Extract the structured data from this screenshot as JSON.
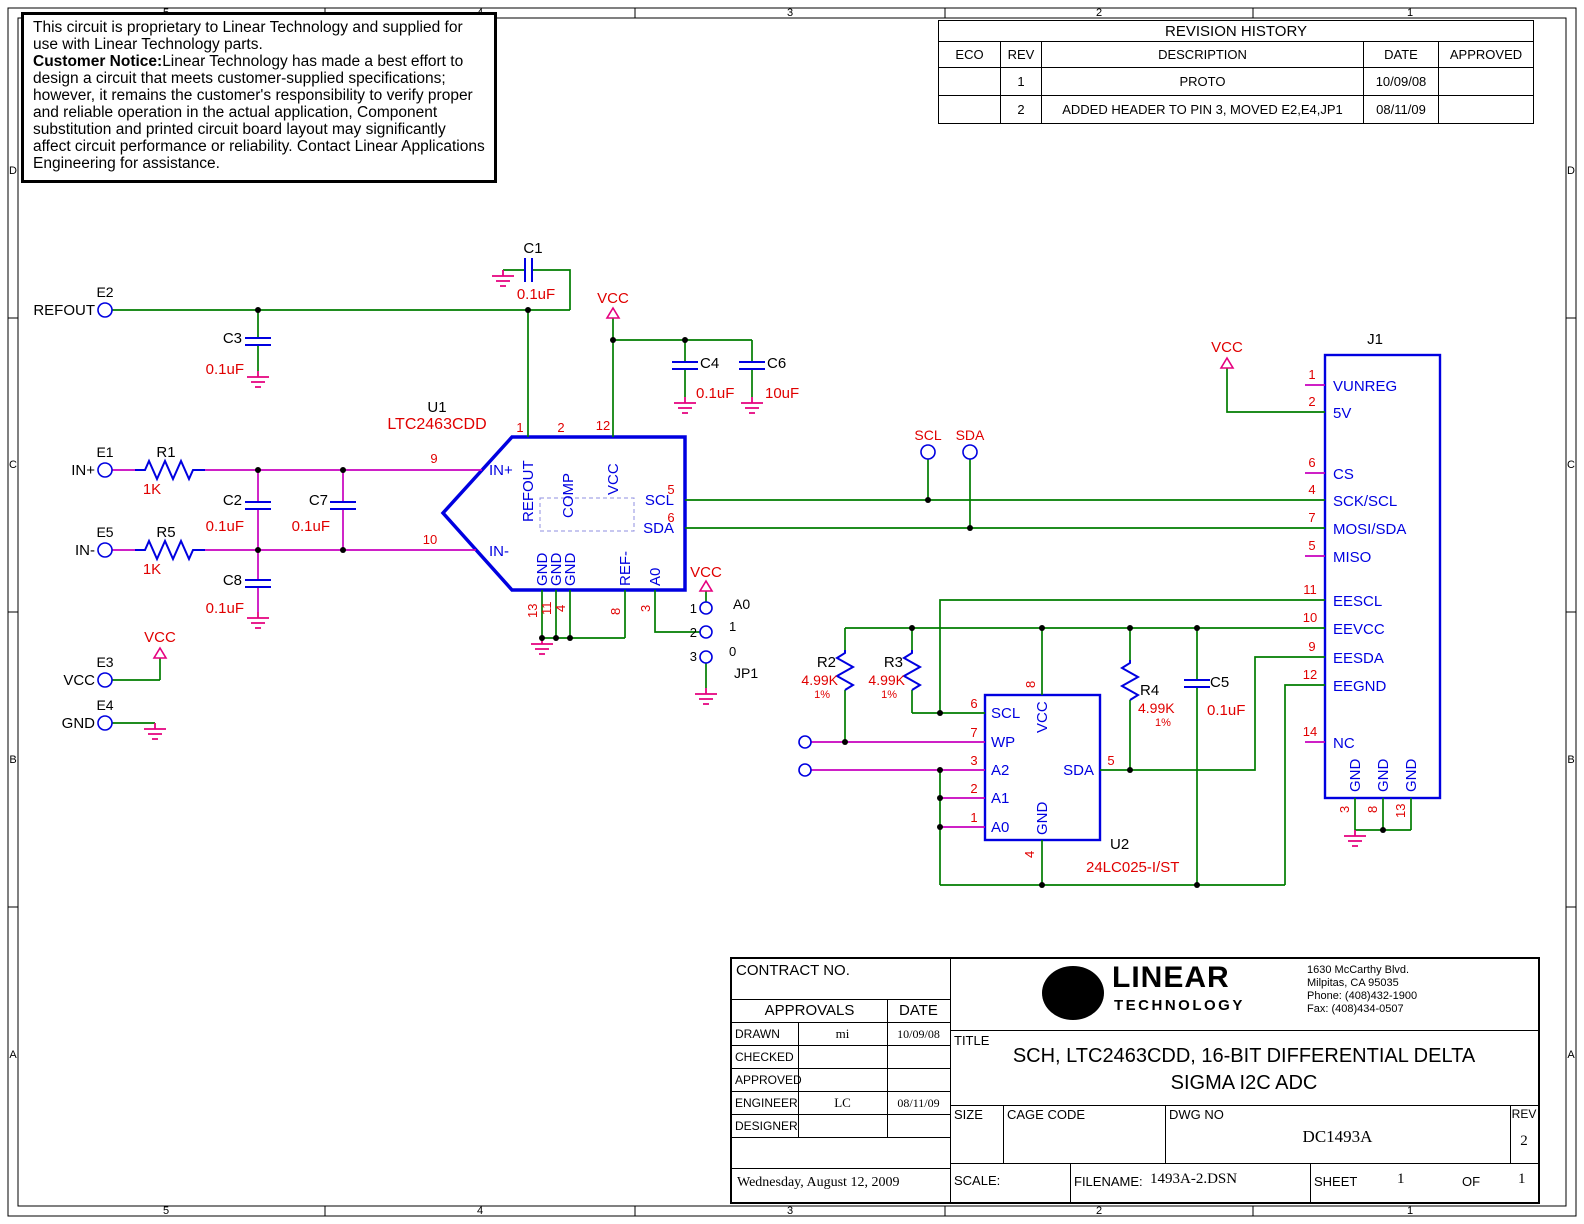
{
  "colors": {
    "wire_green": "#007d00",
    "wire_magenta": "#c800be",
    "component_blue": "#0000e0",
    "value_red": "#e00000",
    "power_symbol_pink": "#e5007f"
  },
  "border": {
    "cols": [
      "5",
      "4",
      "3",
      "2",
      "1"
    ],
    "rows": [
      "D",
      "C",
      "B",
      "A"
    ]
  },
  "notice": {
    "line1": "This circuit is proprietary to Linear Technology and supplied for use with Linear Technology parts.",
    "bold_label": "Customer Notice:",
    "line2": "Linear Technology has made a best effort to design a circuit that meets customer-supplied specifications; however, it remains the customer's responsibility to verify proper and reliable operation in the actual application, Component substitution and printed circuit board layout may significantly affect circuit performance or reliability. Contact Linear Applications Engineering for assistance."
  },
  "revision_history": {
    "title": "REVISION HISTORY",
    "headers": [
      "ECO",
      "REV",
      "DESCRIPTION",
      "DATE",
      "APPROVED"
    ],
    "rows": [
      {
        "eco": "",
        "rev": "1",
        "description": "PROTO",
        "date": "10/09/08",
        "approved": ""
      },
      {
        "eco": "",
        "rev": "2",
        "description": "ADDED HEADER TO PIN 3, MOVED E2,E4,JP1",
        "date": "08/11/09",
        "approved": ""
      }
    ]
  },
  "sch": {
    "net_vcc": "VCC",
    "tp_scl": "SCL",
    "tp_sda": "SDA",
    "terminals": {
      "E1": {
        "name": "E1",
        "label": "IN+"
      },
      "E2": {
        "name": "E2",
        "label": "REFOUT"
      },
      "E3": {
        "name": "E3",
        "label": "VCC"
      },
      "E4": {
        "name": "E4",
        "label": "GND"
      },
      "E5": {
        "name": "E5",
        "label": "IN-"
      }
    },
    "U1": {
      "ref": "U1",
      "part": "LTC2463CDD",
      "pins": {
        "in_plus": {
          "n": "9",
          "l": "IN+"
        },
        "in_minus": {
          "n": "10",
          "l": "IN-"
        },
        "refout": {
          "n": "1",
          "l": "REFOUT"
        },
        "comp": {
          "n": "2",
          "l": "COMP"
        },
        "vcc": {
          "n": "12",
          "l": "VCC"
        },
        "scl": {
          "n": "5",
          "l": "SCL"
        },
        "sda": {
          "n": "6",
          "l": "SDA"
        },
        "gnd_a": {
          "n": "13",
          "l": "GND"
        },
        "gnd_b": {
          "n": "11",
          "l": "GND"
        },
        "gnd_c": {
          "n": "4",
          "l": "GND"
        },
        "ref_minus": {
          "n": "8",
          "l": "REF-"
        },
        "a0": {
          "n": "3",
          "l": "A0"
        }
      }
    },
    "U2": {
      "ref": "U2",
      "part": "24LC025-I/ST",
      "pins": {
        "scl": {
          "n": "6",
          "l": "SCL"
        },
        "wp": {
          "n": "7",
          "l": "WP"
        },
        "a2": {
          "n": "3",
          "l": "A2"
        },
        "a1": {
          "n": "2",
          "l": "A1"
        },
        "a0": {
          "n": "1",
          "l": "A0"
        },
        "vcc": {
          "n": "8",
          "l": "VCC"
        },
        "sda": {
          "n": "5",
          "l": "SDA"
        },
        "gnd": {
          "n": "4",
          "l": "GND"
        }
      }
    },
    "J1": {
      "ref": "J1",
      "pins": {
        "vunreg": {
          "n": "1",
          "l": "VUNREG"
        },
        "v5": {
          "n": "2",
          "l": "5V"
        },
        "cs": {
          "n": "6",
          "l": "CS"
        },
        "sck_scl": {
          "n": "4",
          "l": "SCK/SCL"
        },
        "mosi_sda": {
          "n": "7",
          "l": "MOSI/SDA"
        },
        "miso": {
          "n": "5",
          "l": "MISO"
        },
        "eescl": {
          "n": "11",
          "l": "EESCL"
        },
        "eevcc": {
          "n": "10",
          "l": "EEVCC"
        },
        "eesda": {
          "n": "9",
          "l": "EESDA"
        },
        "eegnd": {
          "n": "12",
          "l": "EEGND"
        },
        "nc": {
          "n": "14",
          "l": "NC"
        },
        "gnd_a": {
          "n": "3",
          "l": "GND"
        },
        "gnd_b": {
          "n": "8",
          "l": "GND"
        },
        "gnd_c": {
          "n": "13",
          "l": "GND"
        }
      }
    },
    "JP1": {
      "ref": "JP1",
      "pin1": "1",
      "pin2": "2",
      "pin3": "3",
      "net": "A0",
      "pos_hi": "1",
      "pos_lo": "0"
    },
    "R1": {
      "ref": "R1",
      "value": "1K"
    },
    "R5": {
      "ref": "R5",
      "value": "1K"
    },
    "R2": {
      "ref": "R2",
      "value": "4.99K",
      "tol": "1%"
    },
    "R3": {
      "ref": "R3",
      "value": "4.99K",
      "tol": "1%"
    },
    "R4": {
      "ref": "R4",
      "value": "4.99K",
      "tol": "1%"
    },
    "C1": {
      "ref": "C1",
      "value": "0.1uF"
    },
    "C2": {
      "ref": "C2",
      "value": "0.1uF"
    },
    "C3": {
      "ref": "C3",
      "value": "0.1uF"
    },
    "C4": {
      "ref": "C4",
      "value": "0.1uF"
    },
    "C5": {
      "ref": "C5",
      "value": "0.1uF"
    },
    "C6": {
      "ref": "C6",
      "value": "10uF"
    },
    "C7": {
      "ref": "C7",
      "value": "0.1uF"
    },
    "C8": {
      "ref": "C8",
      "value": "0.1uF"
    }
  },
  "title_block": {
    "contract_label": "CONTRACT NO.",
    "approvals_label": "APPROVALS",
    "date_label": "DATE",
    "rows": {
      "drawn": {
        "label": "DRAWN",
        "name": "mi",
        "date": "10/09/08"
      },
      "checked": {
        "label": "CHECKED",
        "name": "",
        "date": ""
      },
      "approved": {
        "label": "APPROVED",
        "name": "",
        "date": ""
      },
      "engineer": {
        "label": "ENGINEER",
        "name": "LC",
        "date": "08/11/09"
      },
      "designer": {
        "label": "DESIGNER",
        "name": "",
        "date": ""
      }
    },
    "print_date": "Wednesday, August 12, 2009",
    "logo": {
      "mark": "LT",
      "name_top": "LINEAR",
      "name_bottom": "TECHNOLOGY",
      "address": [
        "1630 McCarthy Blvd.",
        "Milpitas, CA 95035",
        "Phone: (408)432-1900",
        "Fax: (408)434-0507"
      ]
    },
    "title_label": "TITLE",
    "title_line1": "SCH, LTC2463CDD, 16-BIT DIFFERENTIAL DELTA",
    "title_line2": "SIGMA I2C ADC",
    "size_label": "SIZE",
    "cage_label": "CAGE CODE",
    "dwg_label": "DWG NO",
    "dwg_no": "DC1493A",
    "rev_label": "REV",
    "rev": "2",
    "scale_label": "SCALE:",
    "filename_label": "FILENAME:",
    "filename": "1493A-2.DSN",
    "sheet_label": "SHEET",
    "sheet": "1",
    "of_label": "OF",
    "of": "1"
  }
}
